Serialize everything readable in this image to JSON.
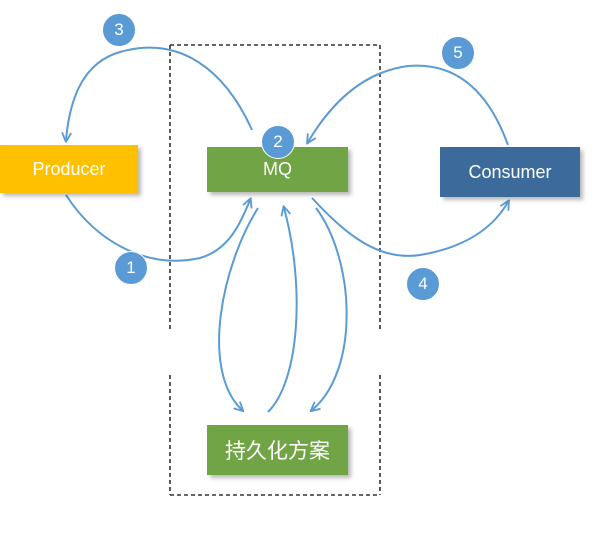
{
  "nodes": {
    "producer": {
      "label": "Producer",
      "color": "#FFC000"
    },
    "mq": {
      "label": "MQ",
      "color": "#70A444"
    },
    "consumer": {
      "label": "Consumer",
      "color": "#3C6A9B"
    },
    "persistence": {
      "label": "持久化方案",
      "color": "#70A444"
    }
  },
  "steps": [
    "1",
    "2",
    "3",
    "4",
    "5"
  ],
  "colors": {
    "arrow": "#5B9BD5",
    "step_circle": "#5B9BD5",
    "dashed_border": "#333333"
  }
}
